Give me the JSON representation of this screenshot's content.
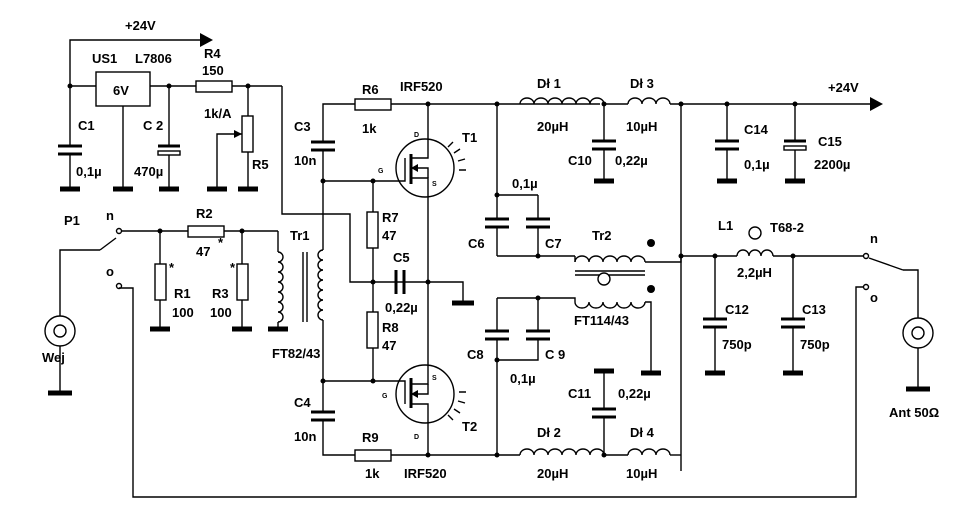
{
  "title": "",
  "labels": {
    "supply_top": "+24V",
    "supply_right": "+24V",
    "us1": "US1",
    "l7806": "L7806",
    "reg_out": "6V",
    "r4": "R4",
    "r4_val": "150",
    "r5_type": "1k/A",
    "r5": "R5",
    "c1": "C1",
    "c1_val": "0,1µ",
    "c2": "C 2",
    "c2_val": "470µ",
    "p1": "P1",
    "n_left": "n",
    "o_left": "o",
    "wej": "Wej",
    "r2": "R2",
    "r2_val": "47",
    "star": "*",
    "r1": "R1",
    "r1_val": "100",
    "r3": "R3",
    "r3_val": "100",
    "tr1": "Tr1",
    "ft82": "FT82/43",
    "r6": "R6",
    "r6_val": "1k",
    "irf_top": "IRF520",
    "irf_bottom": "IRF520",
    "c3": "C3",
    "c3_val": "10n",
    "t1": "T1",
    "t2": "T2",
    "pin_d": "D",
    "pin_g": "G",
    "pin_s": "S",
    "r7": "R7",
    "r7_val": "47",
    "c5": "C5",
    "c5_val": "0,22µ",
    "r8": "R8",
    "r8_val": "47",
    "c4": "C4",
    "c4_val": "10n",
    "r9": "R9",
    "r9_val": "1k",
    "dl1": "Dł 1",
    "dl1_val": "20µH",
    "dl3": "Dł 3",
    "dl3_val": "10µH",
    "c10": "C10",
    "c10_val": "0,22µ",
    "c14": "C14",
    "c14_val": "0,1µ",
    "c15": "C15",
    "c15_val": "2200µ",
    "c6": "C6",
    "c7": "C7",
    "c67_val": "0,1µ",
    "tr2": "Tr2",
    "ft114": "FT114/43",
    "c8": "C8",
    "c9": "C 9",
    "c89_val": "0,1µ",
    "c11": "C11",
    "c11_val": "0,22µ",
    "dl2": "Dł 2",
    "dl2_val": "20µH",
    "dl4": "Dł 4",
    "dl4_val": "10µH",
    "l1": "L1",
    "t68": "T68-2",
    "l1_val": "2,2µH",
    "c12": "C12",
    "c12_val": "750p",
    "c13": "C13",
    "c13_val": "750p",
    "n_right": "n",
    "o_right": "o",
    "ant": "Ant 50Ω"
  }
}
